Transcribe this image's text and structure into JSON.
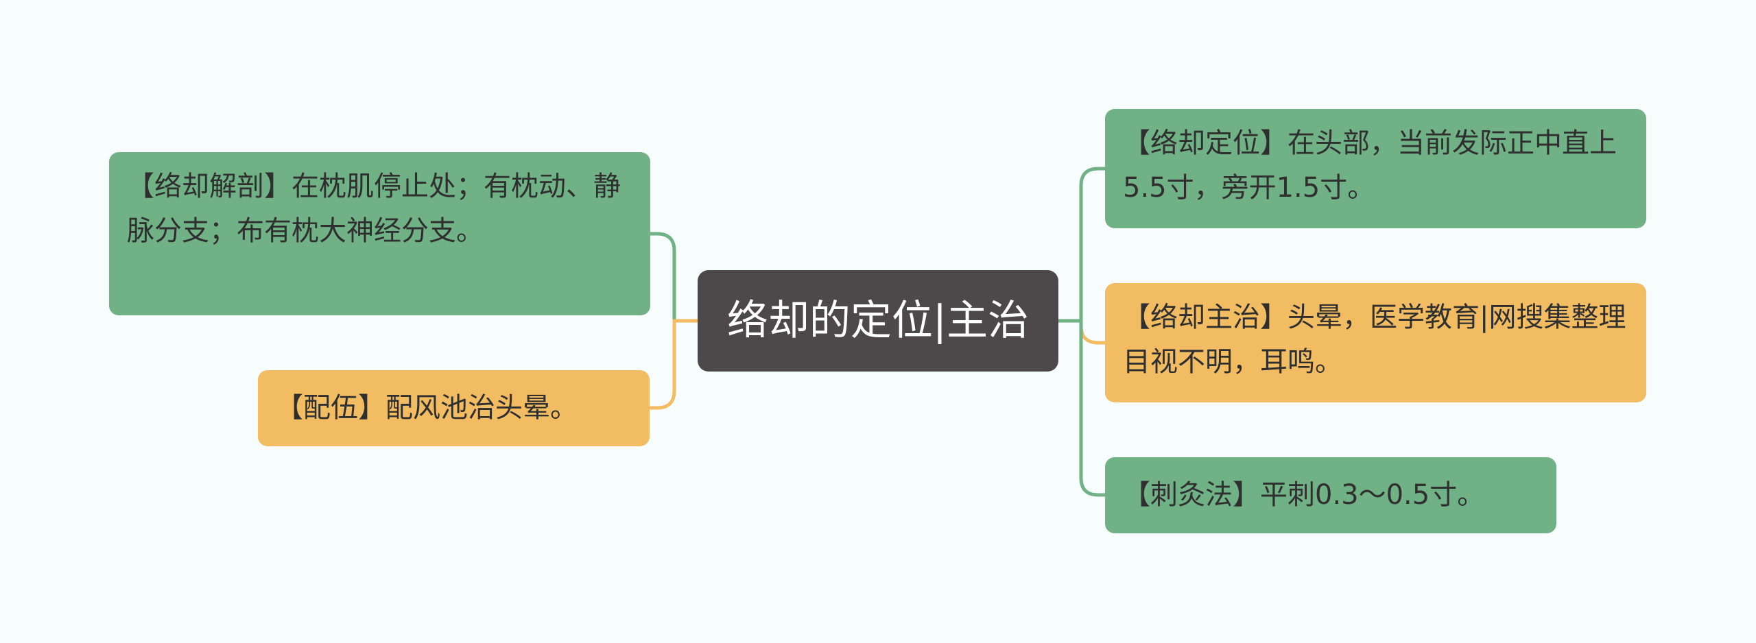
{
  "center": {
    "label": "络却的定位|主治"
  },
  "nodes": {
    "left_anatomy": "【络却解剖】在枕肌停止处；有枕动、静脉分支；布有枕大神经分支。",
    "left_pairing": "【配伍】配风池治头晕。",
    "right_location": "【络却定位】在头部，当前发际正中直上5.5寸，旁开1.5寸。",
    "right_indication": "【络却主治】头晕，医学教育|网搜集整理目视不明，耳鸣。",
    "right_acupuncture": "【刺灸法】平刺0.3～0.5寸。"
  },
  "colors": {
    "background": "#f7fcfc",
    "green": "#70b186",
    "orange": "#f2bc63",
    "center": "#4d4849",
    "text": "#2f2f2f",
    "center_text": "#ffffff"
  }
}
